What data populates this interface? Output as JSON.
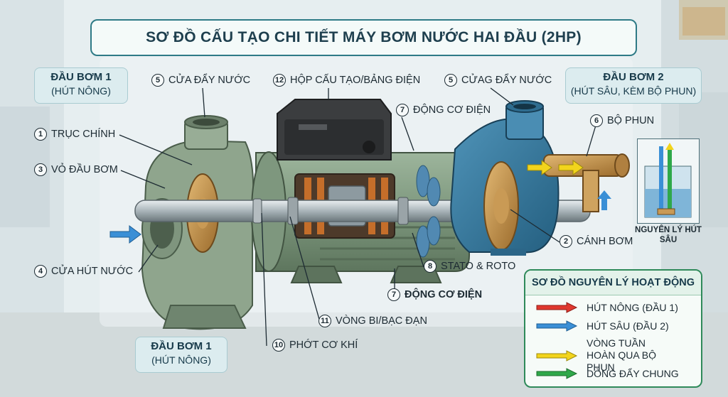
{
  "title": "SƠ ĐỒ CẤU TẠO CHI TIẾT MÁY BƠM NƯỚC HAI ĐẦU (2HP)",
  "head1_top": {
    "title": "ĐẦU BƠM 1",
    "subtitle": "(HÚT NÔNG)"
  },
  "head2_top": {
    "title": "ĐẦU BƠM 2",
    "subtitle": "(HÚT SÂU, KÈM BỘ PHUN)"
  },
  "head1_bottom": {
    "title": "ĐẦU BƠM 1",
    "subtitle": "(HÚT NÔNG)"
  },
  "labels": [
    {
      "num": "1",
      "text": "TRỤC CHÍNH"
    },
    {
      "num": "3",
      "text": "VỎ ĐẦU BƠM"
    },
    {
      "num": "4",
      "text": "CỬA HÚT NƯỚC"
    },
    {
      "num": "5",
      "text": "CỬA ĐẨY NƯỚC"
    },
    {
      "num": "12",
      "text": "HỘP CẤU TẠO/BẢNG ĐIỆN"
    },
    {
      "num": "5",
      "text": "CỬAG ĐẨY NƯỚC"
    },
    {
      "num": "7",
      "text": "ĐỘNG CƠ ĐIỆN"
    },
    {
      "num": "6",
      "text": "BỘ PHUN"
    },
    {
      "num": "2",
      "text": "CÁNH BƠM"
    },
    {
      "num": "8",
      "text": "STATO & ROTO"
    },
    {
      "num": "7",
      "text": "ĐỘNG CƠ ĐIỆN"
    },
    {
      "num": "11",
      "text": "VÒNG BI/BẠC ĐẠN"
    },
    {
      "num": "10",
      "text": "PHỚT CƠ KHÍ"
    }
  ],
  "inset_caption": "NGUYÊN LÝ HÚT SÂU",
  "legend": {
    "title": "SƠ ĐỒ NGUYÊN LÝ HOẠT ĐỘNG",
    "items": [
      {
        "text": "HÚT NÔNG (ĐẦU 1)",
        "color": "#e0382f"
      },
      {
        "text": "HÚT SÂU (ĐẦU 2)",
        "color": "#3a8fd6"
      },
      {
        "text": "VÒNG TUẦN HOÀN QUA BỘ PHUN",
        "color": "#f2d41c"
      },
      {
        "text": "DÒNG ĐẨY CHUNG",
        "color": "#2fa84a"
      }
    ]
  },
  "colors": {
    "accent": "#2e7a86",
    "motor": "#7f9a80",
    "impeller": "#b98a4a",
    "pump2": "#3c7fa3"
  }
}
